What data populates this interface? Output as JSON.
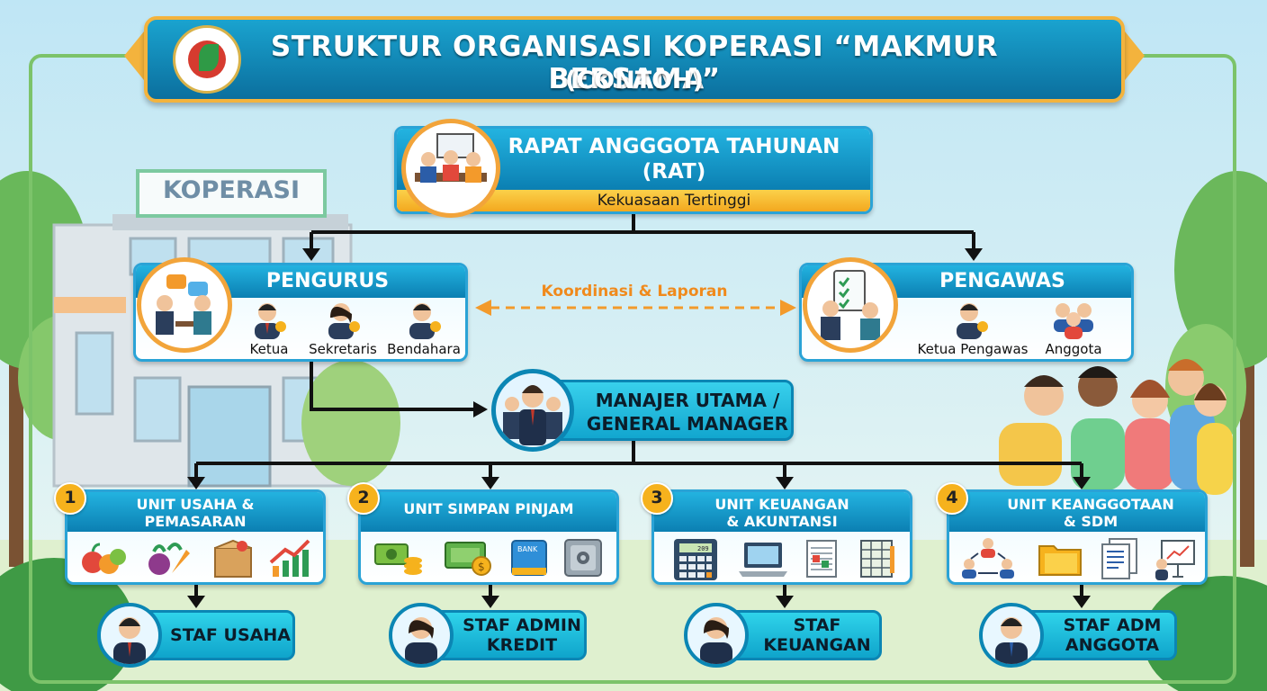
{
  "header": {
    "title_line1": "STRUKTUR ORGANISASI KOPERASI “MAKMUR BERSAMA”",
    "title_line2": "(CONTOH)"
  },
  "building": {
    "sign": "KOPERASI"
  },
  "rat": {
    "title_line1": "RAPAT ANGGGOTA TAHUNAN",
    "title_line2": "(RAT)",
    "subtitle": "Kekuasaan Tertinggi"
  },
  "pengurus": {
    "title": "PENGURUS",
    "roles": [
      "Ketua",
      "Sekretaris",
      "Bendahara"
    ]
  },
  "coordination": {
    "label": "Koordinasi & Laporan"
  },
  "pengawas": {
    "title": "PENGAWAS",
    "roles": [
      "Ketua Pengawas",
      "Anggota"
    ]
  },
  "manager": {
    "line1": "MANAJER UTAMA /",
    "line2": "GENERAL MANAGER"
  },
  "units": [
    {
      "number": "1",
      "line1": "UNIT USAHA &",
      "line2": "PEMASARAN",
      "staff_line1": "STAF USAHA",
      "staff_line2": ""
    },
    {
      "number": "2",
      "line1": "UNIT SIMPAN PINJAM",
      "line2": "",
      "staff_line1": "STAF ADMIN",
      "staff_line2": "KREDIT"
    },
    {
      "number": "3",
      "line1": "UNIT KEUANGAN",
      "line2": "& AKUNTANSI",
      "staff_line1": "STAF",
      "staff_line2": "KEUANGAN"
    },
    {
      "number": "4",
      "line1": "UNIT KEANGGOTAAN",
      "line2": "& SDM",
      "staff_line1": "STAF ADM",
      "staff_line2": "ANGGOTA"
    }
  ],
  "icon_labels": {
    "bank_card": "BANK",
    "calculator_display": "209"
  },
  "colors": {
    "accent_orange": "#f39a2b",
    "header_blue": "#0b7fb2",
    "gold": "#f6b21d",
    "staff_cyan": "#1fbfe0"
  }
}
